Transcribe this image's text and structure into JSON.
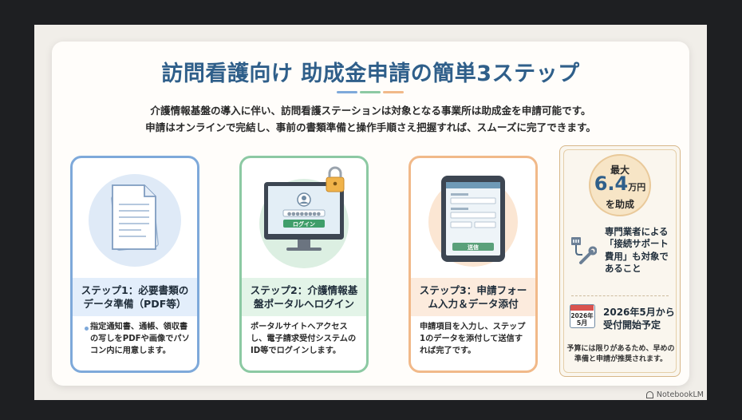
{
  "title": "訪問看護向け 助成金申請の簡単3ステップ",
  "intro": [
    "介護情報基盤の導入に伴い、訪問看護ステーションは対象となる事業所は助成金を申請可能です。",
    "申請はオンラインで完結し、事前の書類準備と操作手順さえ把握すれば、スムーズに完了できます。"
  ],
  "accent_colors": [
    "#7ea9da",
    "#8cc9a3",
    "#f1b989"
  ],
  "steps": [
    {
      "heading_line1": "ステップ1：必要書類の",
      "heading_line2": "データ準備（PDF等）",
      "body": "指定通知書、通帳、領収書の写しをPDFや画像でパソコン内に用意します。",
      "icon": "document-icon",
      "color": "#7ea9da"
    },
    {
      "heading_line1": "ステップ2：介護情報基",
      "heading_line2": "盤ポータルへログイン",
      "body": "ポータルサイトへアクセスし、電子請求受付システムのID等でログインします。",
      "icon": "computer-login-icon",
      "login_button": "ログイン",
      "password_mask": "●●●●●●●●",
      "color": "#8cc9a3"
    },
    {
      "heading_line1": "ステップ3：申請フォー",
      "heading_line2": "ム入力＆データ添付",
      "body": "申請項目を入力し、ステップ1のデータを添付して送信すれば完了です。",
      "icon": "tablet-form-icon",
      "send_button": "送信",
      "color": "#f1b989"
    }
  ],
  "side": {
    "badge_top": "最大",
    "badge_amount": "6.4",
    "badge_unit": "万円",
    "badge_bottom": "を助成",
    "support_lines": [
      "専門業者による",
      "「接続サポート",
      "費用」も対象で",
      "あること"
    ],
    "calendar_year": "2026年",
    "calendar_month": "5月",
    "start_lines": [
      "2026年5月から",
      "受付開始予定"
    ],
    "note": "予算には限りがあるため、早めの準備と申請が推奨されます。"
  },
  "brand": "NotebookLM"
}
